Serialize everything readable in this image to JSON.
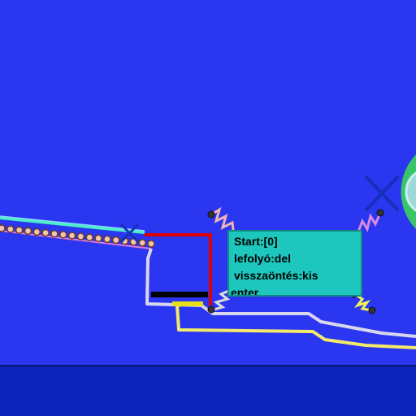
{
  "scene": {
    "info_panel": {
      "line1": "Start:[0]",
      "line2": "lefolyó:del",
      "line3": "visszaöntés:kis",
      "line4": "enter"
    },
    "colors": {
      "background": "#2a36f0",
      "floor": "#0b23b8",
      "panel": "#1dc7bd",
      "ring": "#39c46a",
      "wire_red": "#e10000",
      "wire_yellow": "#f4ea6a",
      "wire_white": "#dcdcf2"
    },
    "icons": [
      "cross-marker-icon",
      "spring-icon",
      "bead-chain-icon",
      "ring-wheel-icon"
    ]
  }
}
